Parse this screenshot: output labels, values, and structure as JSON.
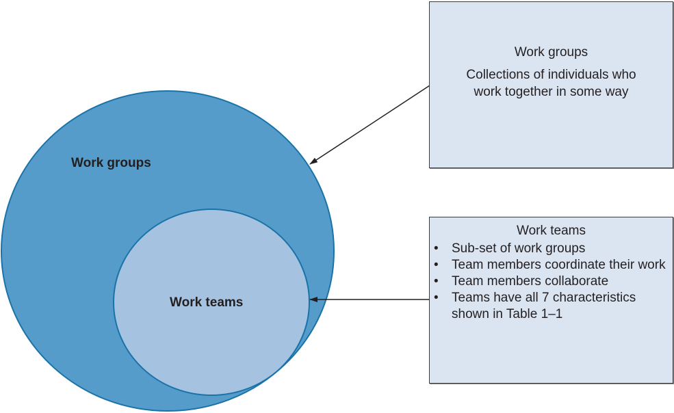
{
  "diagram": {
    "title": "Work groups vs. work teams",
    "colors": {
      "outer_fill": "#559ccb",
      "outer_stroke": "#1a73a8",
      "inner_fill": "#a5c3e0",
      "inner_stroke": "#1a73a8",
      "box_fill": "#dbe5f1",
      "box_border": "#3a3a3a",
      "arrow": "#231f20"
    },
    "circles": {
      "outer_label": "Work groups",
      "inner_label": "Work teams"
    },
    "work_groups_box": {
      "title": "Work groups",
      "description": "Collections of individuals who work together in some way"
    },
    "work_teams_box": {
      "title": "Work teams",
      "bullet_glyph": "•",
      "items": [
        "Sub-set of work groups",
        "Team members coordinate their work",
        "Team members collaborate",
        "Teams have all 7 characteristics shown in Table 1–1"
      ]
    }
  }
}
